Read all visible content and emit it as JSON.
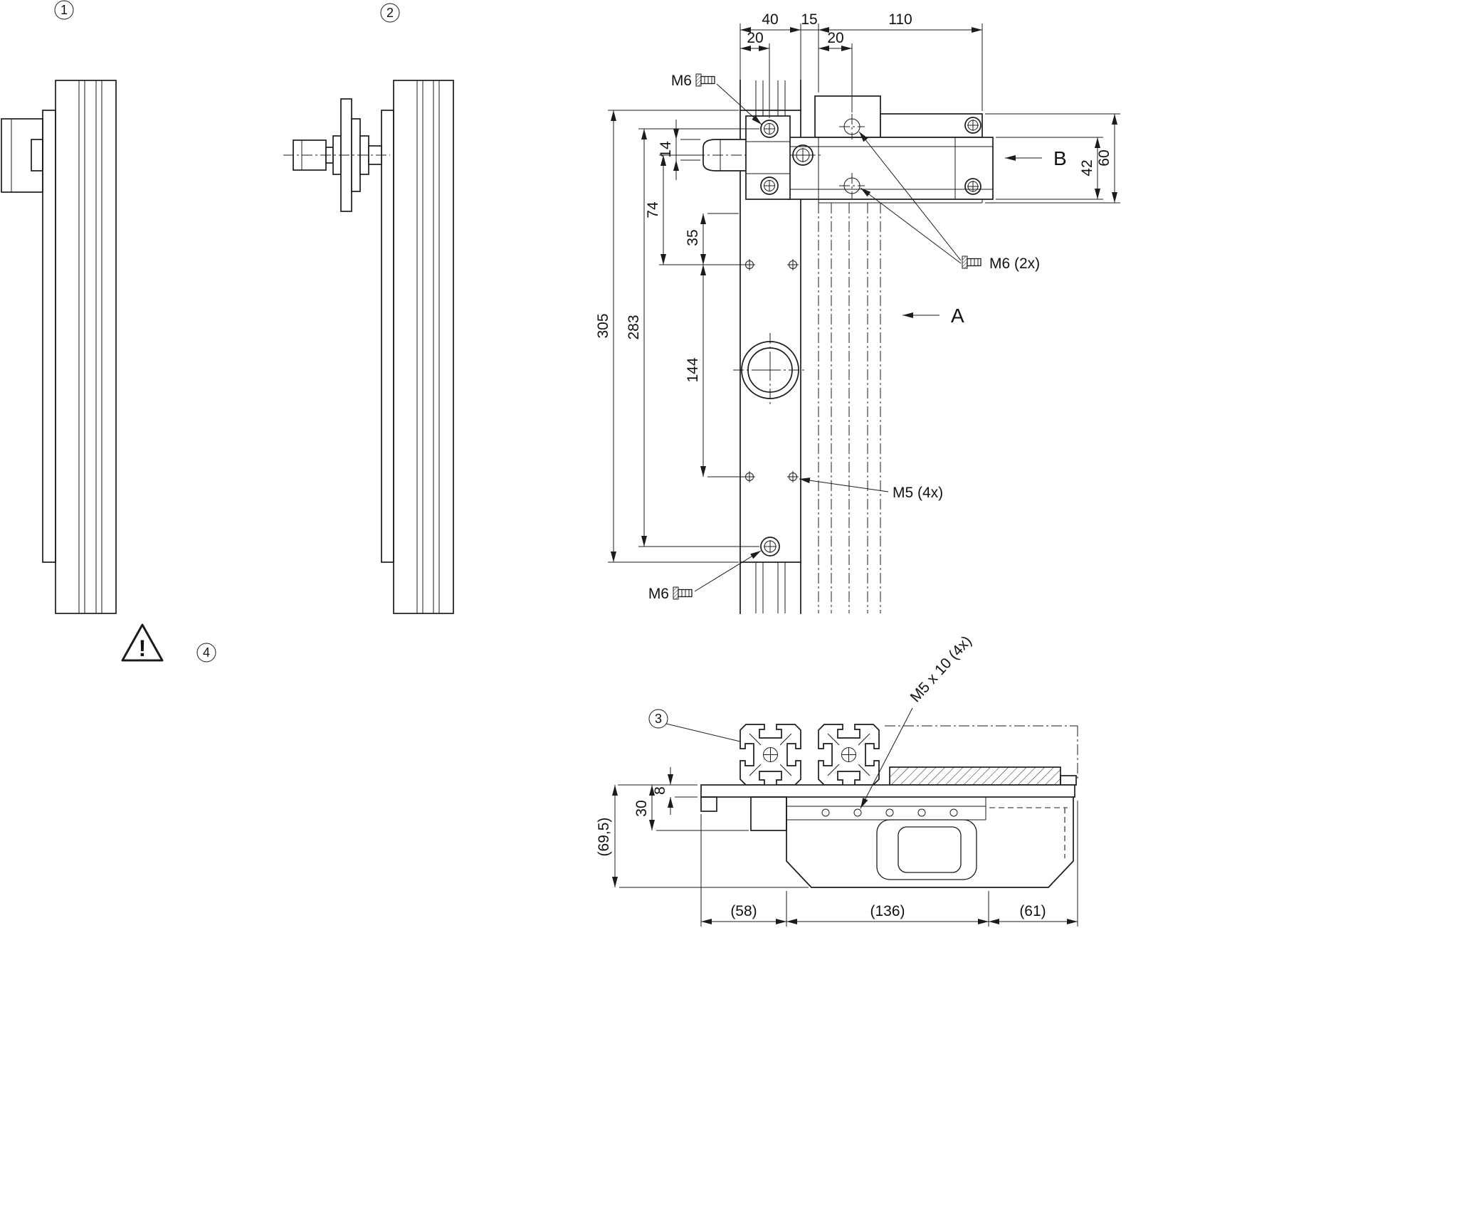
{
  "style": {
    "background": "#ffffff",
    "line_color": "#1c1c1c"
  },
  "views": {
    "view1": {
      "balloon": "1"
    },
    "view2": {
      "balloon": "2"
    },
    "front": {
      "dims": {
        "w40": "40",
        "w15": "15",
        "w110": "110",
        "w20a": "20",
        "w20b": "20",
        "h42": "42",
        "h60": "60",
        "h305": "305",
        "h283": "283",
        "h74": "74",
        "h14": "14",
        "h35": "35",
        "h144": "144"
      },
      "callouts": {
        "m6_top": "M6",
        "m6_pair": "M6 (2x)",
        "m5_holes": "M5 (4x)",
        "m6_bottom": "M6",
        "dir_a": "A",
        "dir_b": "B"
      }
    },
    "section": {
      "balloon": "3",
      "dims": {
        "t8": "8",
        "h30": "30",
        "h695": "(69,5)",
        "w58": "(58)",
        "w136": "(136)",
        "w61": "(61)"
      },
      "callouts": {
        "m5x10": "M5 x 10 (4x)"
      }
    },
    "warning": {
      "balloon": "4",
      "mark": "!"
    }
  }
}
